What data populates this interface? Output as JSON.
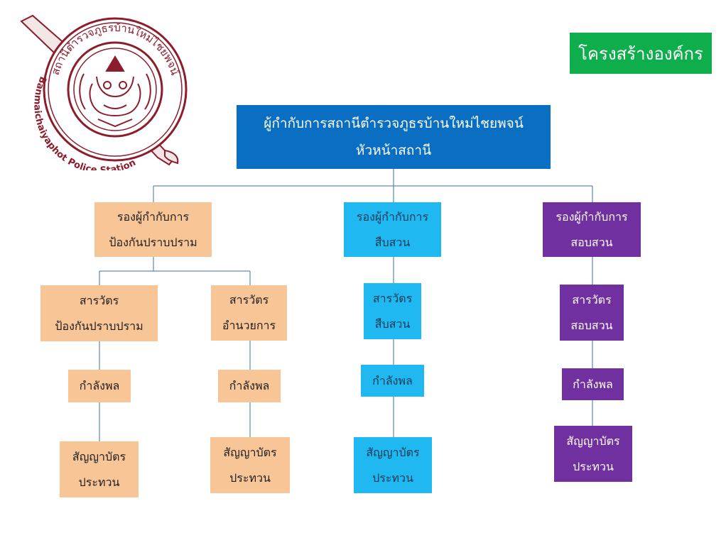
{
  "title": "โครงสร้างองค์กร",
  "logo": {
    "text_thai": "สถานีตำรวจภูธรบ้านใหม่ไชยพจน์",
    "text_english": "Banmaichaiyaphot Police Station"
  },
  "head": {
    "line1": "ผู้กำกับการสถานีตำรวจภูธรบ้านใหม่ไชยพจน์",
    "line2": "หัวหน้าสถานี"
  },
  "deputies": [
    {
      "line1": "รองผู้กำกับการ",
      "line2": "ป้องกันปราบปราม"
    },
    {
      "line1": "รองผู้กำกับการ",
      "line2": "สืบสวน"
    },
    {
      "line1": "รองผู้กำกับการ",
      "line2": "สอบสวน"
    }
  ],
  "inspectors": [
    {
      "line1": "สารวัตร",
      "line2": "ป้องกันปราบปราม"
    },
    {
      "line1": "สารวัตร",
      "line2": "อำนวยการ"
    },
    {
      "line1": "สารวัตร",
      "line2": "สืบสวน"
    },
    {
      "line1": "สารวัตร",
      "line2": "สอบสวน"
    }
  ],
  "staff": [
    "กำลังพล",
    "กำลังพล",
    "กำลังพล",
    "กำลังพล"
  ],
  "officers": [
    {
      "line1": "สัญญาบัตร",
      "line2": "ประทวน"
    },
    {
      "line1": "สัญญาบัตร",
      "line2": "ประทวน"
    },
    {
      "line1": "สัญญาบัตร",
      "line2": "ประทวน"
    },
    {
      "line1": "สัญญาบัตร",
      "line2": "ประทวน"
    }
  ],
  "colors": {
    "head": "#0a6fc2",
    "prevention": "#f8c597",
    "investigation": "#1fb8f0",
    "inquiry": "#7030a0",
    "title_badge": "#0fae4d",
    "connector": "#3f6f9c",
    "logo": "#8b1d2c"
  }
}
